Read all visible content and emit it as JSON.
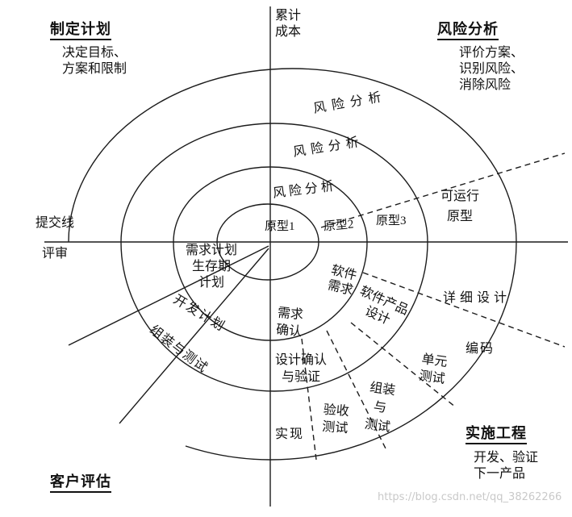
{
  "axes": {
    "cumulative_cost": "累计\n成本",
    "commitment_line": "提交线",
    "review": "评审"
  },
  "quadrants": {
    "plan": {
      "title": "制定计划",
      "description": "决定目标、\n方案和限制"
    },
    "risk_analysis": {
      "title": "风险分析",
      "description": "评价方案、\n识别风险、\n消除风险"
    },
    "customer_evaluation": {
      "title": "客户评估"
    },
    "implementation": {
      "title": "实施工程",
      "description": "开发、验证\n下一产品"
    }
  },
  "spiral": {
    "risk_outer": "风险分析",
    "risk_middle": "风险分析",
    "risk_inner": "风险分析",
    "prototype1": "原型1",
    "prototype2": "原型2",
    "prototype3": "原型3",
    "operational_prototype": "可运行\n原型",
    "requirement_plan": "需求计划\n生存期\n计划",
    "development_plan": "开发计划",
    "integration_and_test_left": "组装与测试",
    "software_requirements": "软件\n需求",
    "requirement_confirmation": "需求\n确认",
    "design_confirmation": "设计确认\n与验证",
    "software_product_design": "软件产品\n设计",
    "detailed_design": "详细设计",
    "coding": "编码",
    "unit_test": "单元\n测试",
    "integration_and_test_right": "组装\n与\n测试",
    "acceptance_test": "验收\n测试",
    "implementation_label": "实现"
  },
  "watermark": "https://blog.csdn.net/qq_38262266"
}
